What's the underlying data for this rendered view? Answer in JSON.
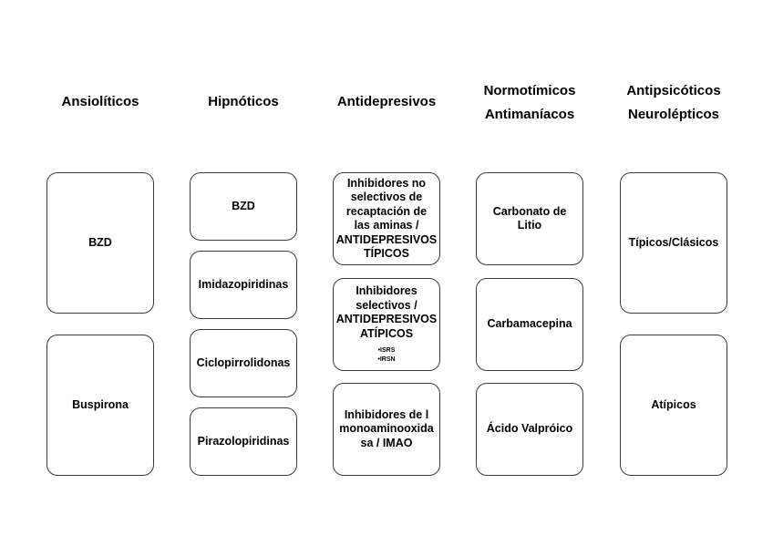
{
  "columns": [
    {
      "header": [
        "Ansiolíticos"
      ],
      "boxes": [
        {
          "lines": [
            "BZD"
          ]
        },
        {
          "lines": [
            "Buspirona"
          ]
        }
      ]
    },
    {
      "header": [
        "Hipnóticos"
      ],
      "boxes": [
        {
          "lines": [
            "BZD"
          ]
        },
        {
          "lines": [
            "Imidazopiridinas"
          ]
        },
        {
          "lines": [
            "Ciclopirrolidonas"
          ]
        },
        {
          "lines": [
            "Pirazolopiridinas"
          ]
        }
      ]
    },
    {
      "header": [
        "Antidepresivos"
      ],
      "boxes": [
        {
          "lines": [
            "Inhibidores no",
            "selectivos de",
            "recaptación de",
            "las aminas /",
            "ANTIDEPRESIVOS",
            "TÍPICOS"
          ]
        },
        {
          "lines": [
            "Inhibidores",
            "selectivos /",
            "ANTIDEPRESIVOS",
            "ATÍPICOS"
          ],
          "bullets": [
            "ISRS",
            "IRSN"
          ]
        },
        {
          "lines": [
            "Inhibidores de l",
            "monoaminooxida",
            "sa / IMAO"
          ]
        }
      ]
    },
    {
      "header": [
        "Normotímicos",
        "Antimaníacos"
      ],
      "boxes": [
        {
          "lines": [
            "Carbonato de",
            "Litio"
          ]
        },
        {
          "lines": [
            "Carbamacepina"
          ]
        },
        {
          "lines": [
            "Ácido Valpróico"
          ]
        }
      ]
    },
    {
      "header": [
        "Antipsicóticos",
        "Neurolépticos"
      ],
      "boxes": [
        {
          "lines": [
            "Típicos/Clásicos"
          ]
        },
        {
          "lines": [
            "Atípicos"
          ]
        }
      ]
    }
  ]
}
